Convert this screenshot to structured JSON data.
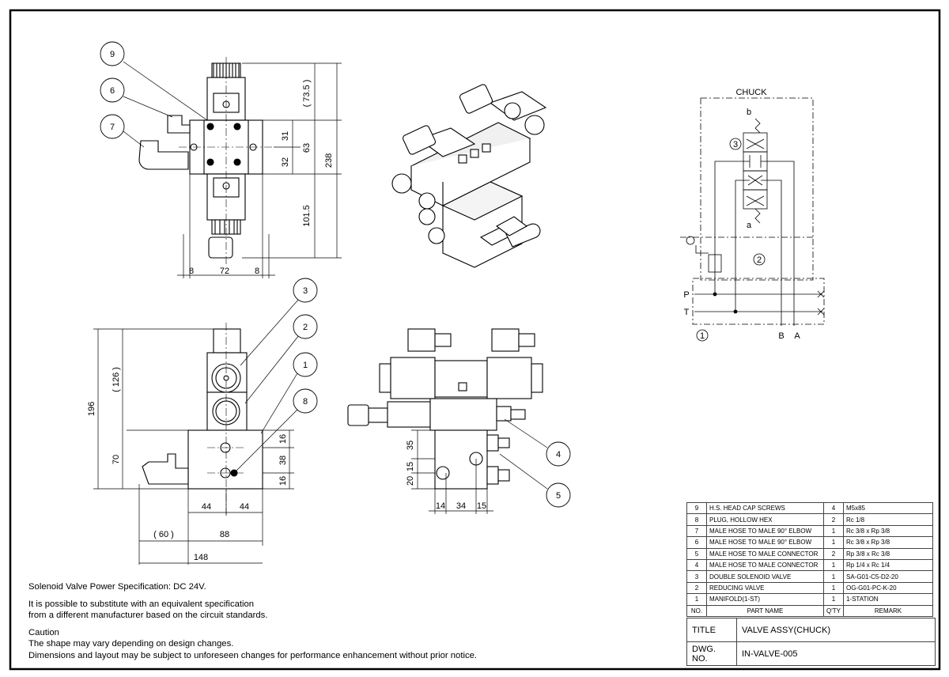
{
  "notes": {
    "power": "Solenoid Valve Power Specification: DC 24V.",
    "substitute_1": "It is possible to substitute with an equivalent specification",
    "substitute_2": "from a different manufacturer based on the circuit standards.",
    "caution_title": "Caution",
    "caution_1": "The shape may vary depending on design changes.",
    "caution_2": "Dimensions and layout may be subject to unforeseen changes for performance enhancement without prior notice."
  },
  "bom": {
    "header": {
      "no": "NO.",
      "part": "PART NAME",
      "qty": "Q'TY",
      "remark": "REMARK"
    },
    "rows": [
      {
        "no": "9",
        "part": "H.S. HEAD CAP SCREWS",
        "qty": "4",
        "remark": "M5x85"
      },
      {
        "no": "8",
        "part": "PLUG, HOLLOW HEX",
        "qty": "2",
        "remark": "Rc 1/8"
      },
      {
        "no": "7",
        "part": "MALE HOSE TO MALE 90° ELBOW",
        "qty": "1",
        "remark": "Rc 3/8 x Rp 3/8"
      },
      {
        "no": "6",
        "part": "MALE HOSE TO MALE 90° ELBOW",
        "qty": "1",
        "remark": "Rc 3/8 x Rp 3/8"
      },
      {
        "no": "5",
        "part": "MALE HOSE TO MALE CONNECTOR",
        "qty": "2",
        "remark": "Rp 3/8 x Rc 3/8"
      },
      {
        "no": "4",
        "part": "MALE HOSE TO MALE CONNECTOR",
        "qty": "1",
        "remark": "Rp 1/4 x Rc 1/4"
      },
      {
        "no": "3",
        "part": "DOUBLE SOLENOID VALVE",
        "qty": "1",
        "remark": "SA-G01-C5-D2-20"
      },
      {
        "no": "2",
        "part": "REDUCING VALVE",
        "qty": "1",
        "remark": "OG-G01-PC-K-20"
      },
      {
        "no": "1",
        "part": "MANIFOLD(1-ST)",
        "qty": "1",
        "remark": "1-STATION"
      }
    ]
  },
  "titleblock": {
    "title_label": "TITLE",
    "title_value": "VALVE ASSY(CHUCK)",
    "dwg_label": "DWG. NO.",
    "dwg_value": "IN-VALVE-005"
  },
  "circuit": {
    "title": "CHUCK",
    "port_b": "b",
    "port_a": "a",
    "P": "P",
    "T": "T",
    "A": "A",
    "B": "B",
    "item3": "3",
    "item2": "2",
    "item1": "1"
  },
  "dims": {
    "d73_5": "( 73.5 )",
    "d31": "31",
    "d63": "63",
    "d238": "238",
    "d32": "32",
    "d101_5": "101.5",
    "d8a": "8",
    "d72": "72",
    "d8b": "8",
    "d126": "( 126 )",
    "d196": "196",
    "d70": "70",
    "d16a": "16",
    "d38": "38",
    "d16b": "16",
    "d44a": "44",
    "d44b": "44",
    "d60": "( 60 )",
    "d88": "88",
    "d148": "148",
    "d35": "35",
    "d15": "15",
    "d20": "20",
    "d14": "14",
    "d34": "34",
    "d15b": "15"
  },
  "balloons": [
    "9",
    "6",
    "7",
    "3",
    "2",
    "1",
    "8",
    "4",
    "5"
  ]
}
